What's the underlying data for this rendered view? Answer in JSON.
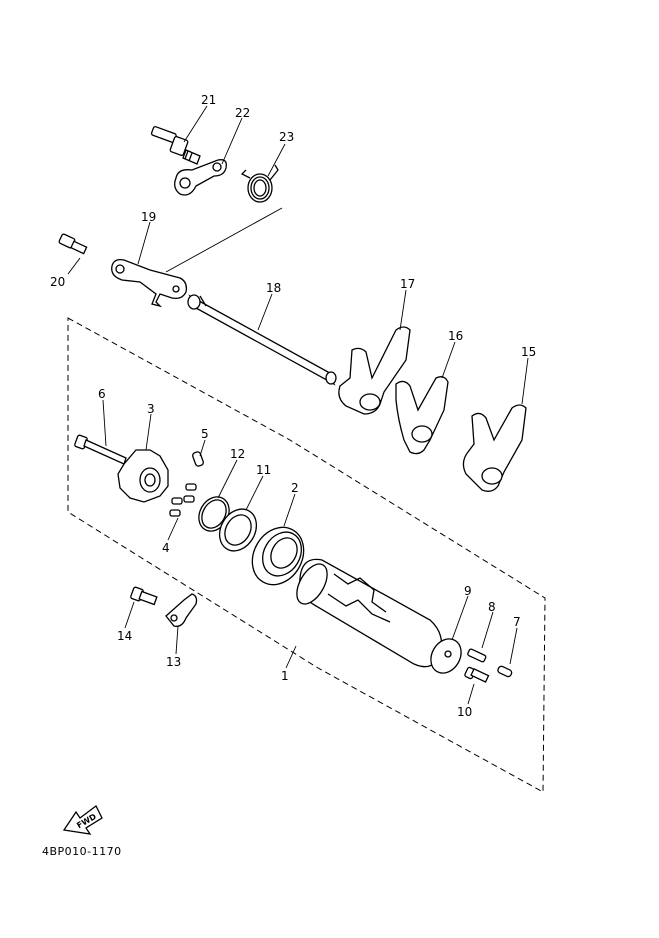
{
  "callouts": {
    "c1": "1",
    "c2": "2",
    "c3": "3",
    "c4": "4",
    "c5": "5",
    "c6": "6",
    "c7": "7",
    "c8": "8",
    "c9": "9",
    "c10": "10",
    "c11": "11",
    "c12": "12",
    "c13": "13",
    "c14": "14",
    "c15": "15",
    "c16": "16",
    "c17": "17",
    "c18": "18",
    "c19": "19",
    "c20": "20",
    "c21": "21",
    "c22": "22",
    "c23": "23"
  },
  "fwd_label": "FWD",
  "reference_code": "4BP010-1170"
}
